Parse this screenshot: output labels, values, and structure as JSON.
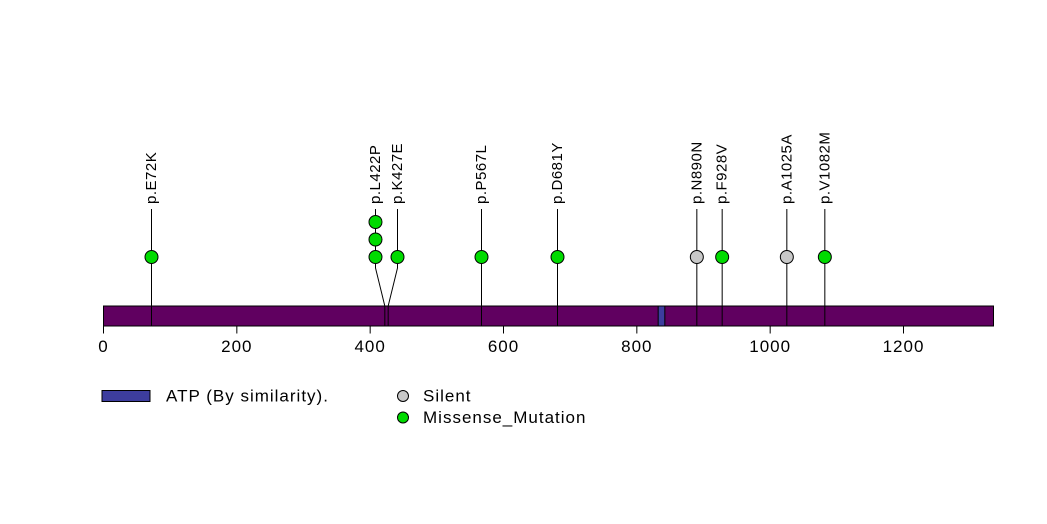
{
  "chart_data": {
    "type": "lollipop",
    "title": "",
    "xlabel": "",
    "protein_length": 1335,
    "xlim": [
      0,
      1335
    ],
    "axis_ticks": [
      0,
      200,
      400,
      600,
      800,
      1000,
      1200
    ],
    "grid": false,
    "mutations": [
      {
        "label": "p.E72K",
        "position": 72,
        "count": 1,
        "type": "Missense_Mutation"
      },
      {
        "label": "p.L422P",
        "position": 422,
        "count": 3,
        "type": "Missense_Mutation"
      },
      {
        "label": "p.K427E",
        "position": 427,
        "count": 1,
        "type": "Missense_Mutation"
      },
      {
        "label": "p.P567L",
        "position": 567,
        "count": 1,
        "type": "Missense_Mutation"
      },
      {
        "label": "p.D681Y",
        "position": 681,
        "count": 1,
        "type": "Missense_Mutation"
      },
      {
        "label": "p.N890N",
        "position": 890,
        "count": 1,
        "type": "Silent"
      },
      {
        "label": "p.F928V",
        "position": 928,
        "count": 1,
        "type": "Missense_Mutation"
      },
      {
        "label": "p.A1025A",
        "position": 1025,
        "count": 1,
        "type": "Silent"
      },
      {
        "label": "p.V1082M",
        "position": 1082,
        "count": 1,
        "type": "Missense_Mutation"
      }
    ],
    "domains": [
      {
        "label": "ATP (By similarity).",
        "start": 832,
        "end": 842,
        "color": "#3d3d9e"
      }
    ],
    "backbone_color": "#600060",
    "mutation_colors": {
      "Missense_Mutation": "#00db00",
      "Silent": "#c8c8c8"
    },
    "legend": [
      {
        "swatch": "rect",
        "color": "#3d3d9e",
        "label": "ATP (By similarity)."
      },
      {
        "swatch": "circle",
        "color": "#c8c8c8",
        "label": "Silent"
      },
      {
        "swatch": "circle",
        "color": "#00db00",
        "label": "Missense_Mutation"
      }
    ]
  }
}
